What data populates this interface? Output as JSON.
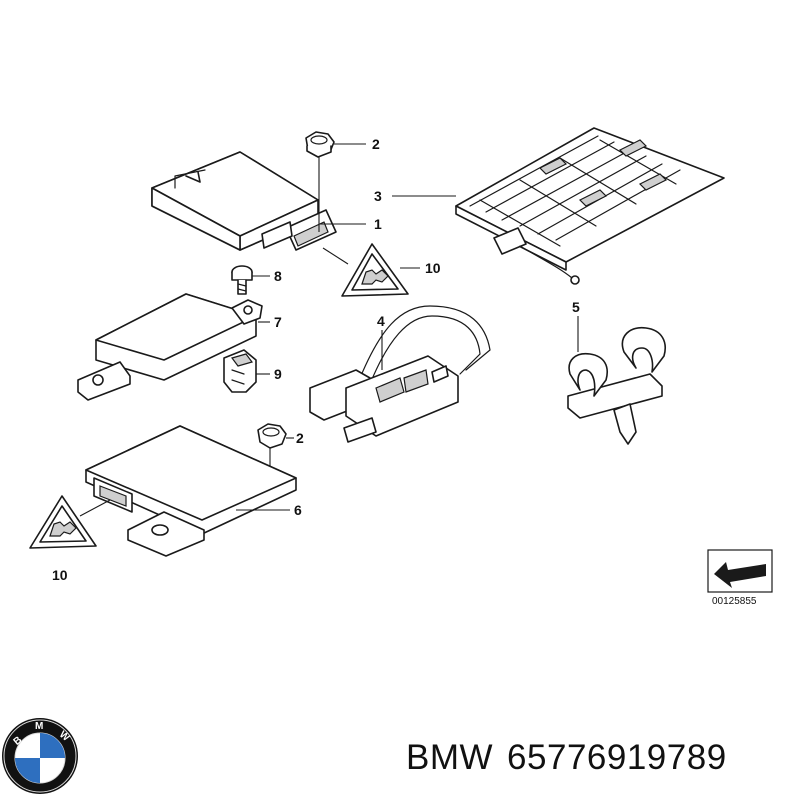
{
  "callouts": {
    "c1": "1",
    "c2a": "2",
    "c2b": "2",
    "c3": "3",
    "c4": "4",
    "c5": "5",
    "c6": "6",
    "c7": "7",
    "c8": "8",
    "c9": "9",
    "c10a": "10",
    "c10b": "10"
  },
  "reference_number": "00125855",
  "logo": {
    "letters": "BMW",
    "colors": {
      "blue": "#2e6fbf",
      "black": "#111111",
      "white": "#ffffff"
    }
  },
  "caption": {
    "brand": "BMW",
    "part_number": "65776919789"
  },
  "icons": [
    "warning-triangle-icon",
    "arrow-icon",
    "bmw-logo"
  ]
}
